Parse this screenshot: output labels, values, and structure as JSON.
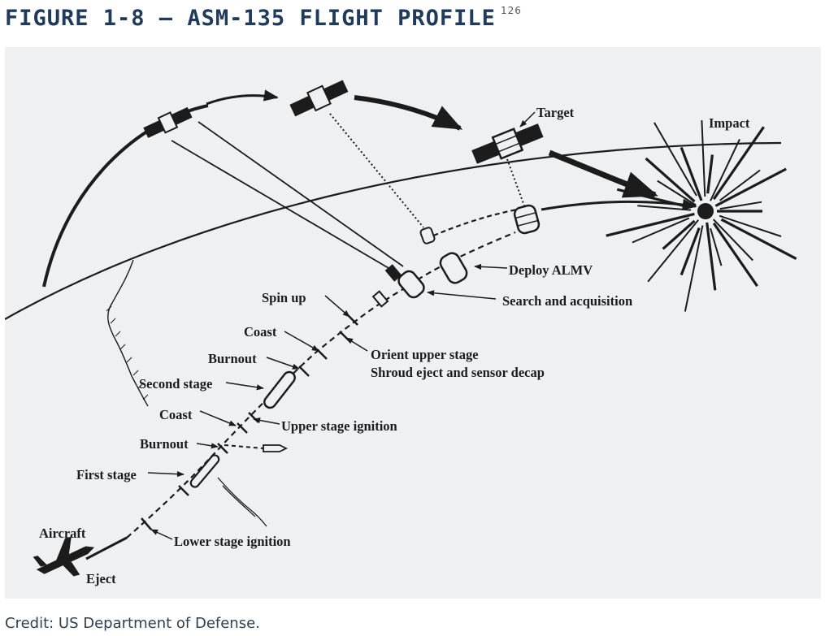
{
  "figure": {
    "title": "FIGURE 1-8 — ASM-135 FLIGHT PROFILE",
    "footnote": "126",
    "credit": "Credit: US Department of Defense."
  },
  "labels": {
    "target": "Target",
    "impact": "Impact",
    "deploy_almv": "Deploy ALMV",
    "search_acquisition": "Search and acquisition",
    "spin_up": "Spin up",
    "coast_upper": "Coast",
    "orient_upper_stage": "Orient upper stage",
    "shroud_eject": "Shroud eject and sensor decap",
    "burnout_upper": "Burnout",
    "second_stage": "Second stage",
    "coast_lower": "Coast",
    "upper_stage_ignition": "Upper stage ignition",
    "burnout_lower": "Burnout",
    "first_stage": "First stage",
    "aircraft": "Aircraft",
    "lower_stage_ignition": "Lower stage ignition",
    "eject": "Eject"
  }
}
